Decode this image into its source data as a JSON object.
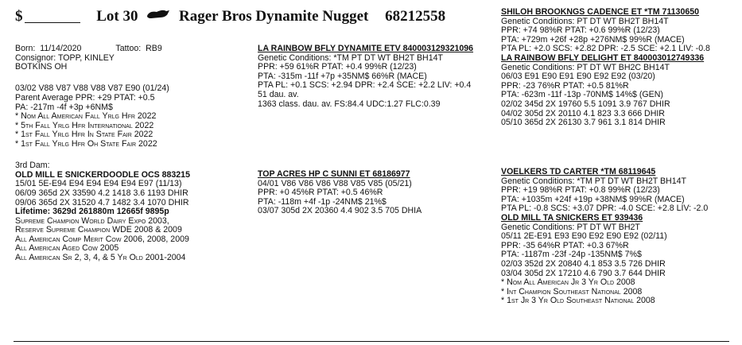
{
  "header": {
    "dollar": "$",
    "lot": "Lot 30",
    "name": "Rager Bros Dynamite Nugget",
    "reg_number": "68212558"
  },
  "left": {
    "born_label": "Born:",
    "born": "11/14/2020",
    "tattoo_label": "Tattoo:",
    "tattoo": "RB9",
    "consignor": "Consignor:  TOPP, KINLEY",
    "location": "BOTKINS OH",
    "records": [
      "03/02 V88 V87 V88 V88 V87 E90 (01/24)",
      "Parent Average PPR: +29 PTAT: +0.5",
      "PA: -217m -4f +3p +6NM$"
    ],
    "awards": [
      "* Nom All American Fall Yrlg Hfr 2022",
      "* 5th Fall Yrlg Hfr International 2022",
      "* 1st Fall Yrlg Hfr In State Fair 2022",
      "* 1st Fall Yrlg Hfr Oh State Fair 2022"
    ],
    "dam3_label": "3rd Dam:",
    "dam3_name": "OLD MILL E SNICKERDOODLE OCS   883215",
    "dam3_records": [
      "15/01 5E-E94 E94 E94 E94 E94 E97 (11/13)",
      "06/09 365d 2X 33590 4.2 1418 3.6 1193 DHIR",
      "09/06 365d 2X 31520 4.7 1482 3.4 1070 DHIR"
    ],
    "dam3_lifetime": "Lifetime:  3629d  261880m  12665f  9895p",
    "dam3_awards": [
      "Supreme Champion World Dairy Expo 2003,",
      "Reserve Supreme Champion WDE 2008 & 2009",
      "All American Comp Merit Cow 2006, 2008, 2009",
      "All American Aged Cow 2005",
      "All American Sr 2, 3, 4, & 5 Yr Old 2001-2004"
    ]
  },
  "middle": {
    "sire": {
      "name": "LA RAINBOW BFLY DYNAMITE ETV 840003129321096",
      "lines": [
        "Genetic Conditions: *TM PT DT WT BH2T BH14T",
        "PPR: +59 61%R PTAT: +0.4 99%R (12/23)",
        "PTA: -315m -11f +7p +35NM$ 66%R (MACE)",
        "PTA PL: +0.1 SCS: +2.94 DPR: +2.4 SCE: +2.2  LIV: +0.4",
        "51 dau. av.",
        "1363 class. dau. av. FS:84.4 UDC:1.27 FLC:0.39"
      ]
    },
    "dam": {
      "name": "TOP ACRES HP C SUNNI ET   68186977",
      "lines": [
        "04/01 V86 V86 V86 V88 V85 V85 (05/21)",
        "PPR: +0 45%R PTAT: +0.5 46%R",
        "PTA: -118m +4f -1p -24NM$ 21%$",
        "03/07 305d 2X 20360 4.4 902 3.5 705 DHIA"
      ]
    }
  },
  "right": {
    "ssire": {
      "name": "SHILOH BROOKNGS CADENCE ET *TM   71130650",
      "lines": [
        "Genetic Conditions: PT DT WT BH2T BH14T",
        "PPR: +74 98%R PTAT: +0.6 99%R (12/23)",
        "PTA: +729m +26f +28p +276NM$ 99%R (MACE)",
        "PTA PL: +2.0 SCS: +2.82 DPR: -2.5 SCE: +2.1  LIV: -0.8"
      ]
    },
    "sdam": {
      "name": "LA RAINBOW BFLY DELIGHT ET   840003012749336",
      "lines": [
        "Genetic Conditions: PT DT WT BH2C BH14T",
        "06/03 E91 E90 E91 E90 E92 E92 (03/20)",
        "PPR: -23 76%R PTAT: +0.5 81%R",
        "PTA: -623m -11f -13p -70NM$ 14%$ (GEN)",
        "02/02 345d 2X 19760 5.5 1091 3.9 767 DHIR",
        "04/02 305d 2X 20110 4.1   823 3.3 666 DHIR",
        "05/10 365d 2X 26130 3.7   961 3.1 814 DHIR"
      ]
    },
    "dsire": {
      "name": "VOELKERS TD CARTER *TM   68119645",
      "lines": [
        "Genetic Conditions: *TM PT DT WT BH2T BH14T",
        "PPR: +19 98%R PTAT: +0.8 99%R (12/23)",
        "PTA: +1035m +24f +19p +38NM$ 99%R (MACE)",
        "PTA PL: -0.8 SCS: +3.07 DPR: -4.0 SCE: +2.8  LIV: -2.0"
      ]
    },
    "ddam": {
      "name": "OLD MILL TA SNICKERS ET   939436",
      "lines": [
        "Genetic Conditions: PT DT WT BH2T",
        "05/11 2E-E91 E93 E90 E92 E90 E92 (02/11)",
        "PPR: -35 64%R PTAT: +0.3 67%R",
        "PTA: -1187m -23f -24p -135NM$ 7%$",
        "02/03 352d 2X 20840 4.1 853 3.5 726 DHIR",
        "03/04 305d 2X 17210 4.6 790 3.7 644 DHIR"
      ],
      "awards": [
        "* Nom All American Jr 3 Yr Old 2008",
        "* Int Champion Southeast National 2008",
        "* 1st Jr 3 Yr Old Southeast National 2008"
      ]
    }
  }
}
